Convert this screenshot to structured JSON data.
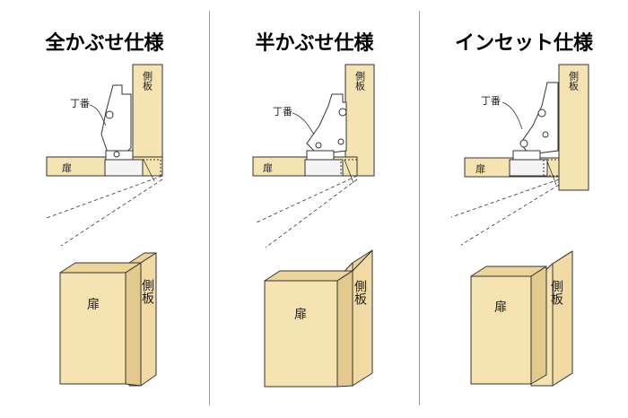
{
  "panels": [
    {
      "title": "全かぶせ仕様",
      "hinge_label": "丁番",
      "side_label": "側板",
      "door_label": "扉",
      "block_door_label": "扉",
      "block_side_label": "側板"
    },
    {
      "title": "半かぶせ仕様",
      "hinge_label": "丁番",
      "side_label": "側板",
      "door_label": "扉",
      "block_door_label": "扉",
      "block_side_label": "側板"
    },
    {
      "title": "インセット仕様",
      "hinge_label": "丁番",
      "side_label": "側板",
      "door_label": "扉",
      "block_door_label": "扉",
      "block_side_label": "側板"
    }
  ],
  "colors": {
    "wood": "#f6e3b2",
    "wood_dark": "#e4c98d",
    "outline": "#333333",
    "divider": "#9a9a9a"
  }
}
